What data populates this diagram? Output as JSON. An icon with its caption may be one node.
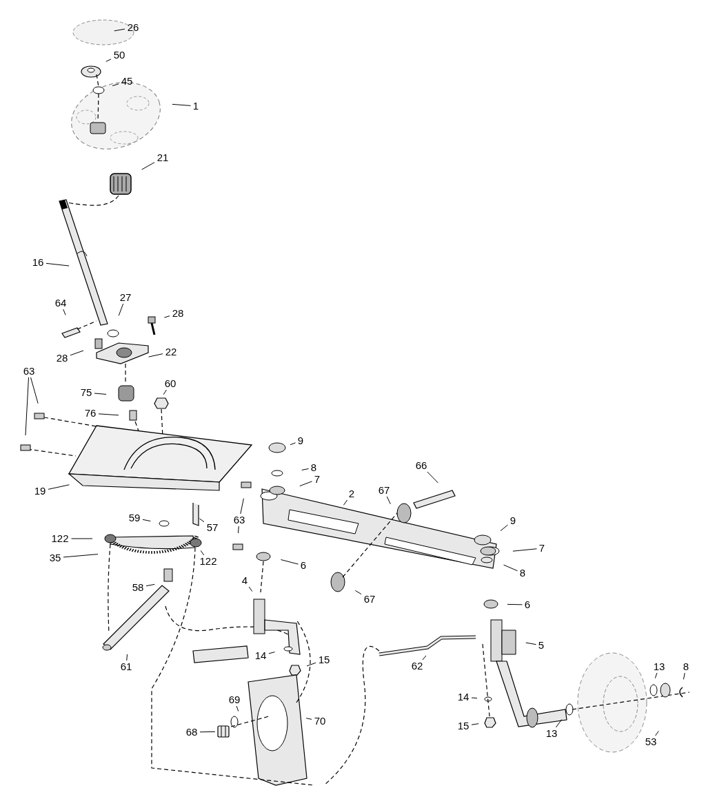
{
  "diagram": {
    "nodes": [
      {
        "text": [
          "26"
        ]
      },
      {
        "text": [
          "50"
        ]
      },
      {
        "text": [
          "45"
        ]
      },
      {
        "text": [
          "1"
        ]
      },
      {
        "text": [
          "21"
        ]
      },
      {
        "text": [
          "16"
        ]
      },
      {
        "text": [
          "64"
        ]
      },
      {
        "text": [
          "27"
        ]
      },
      {
        "text": [
          "28"
        ]
      },
      {
        "text": [
          "28"
        ]
      },
      {
        "text": [
          "22"
        ]
      },
      {
        "text": [
          "63"
        ]
      },
      {
        "text": [
          "60"
        ]
      },
      {
        "text": [
          "75"
        ]
      },
      {
        "text": [
          "76"
        ]
      },
      {
        "text": [
          "9"
        ]
      },
      {
        "text": [
          "66"
        ]
      },
      {
        "text": [
          "8"
        ]
      },
      {
        "text": [
          "7"
        ]
      },
      {
        "text": [
          "19"
        ]
      },
      {
        "text": [
          "67"
        ]
      },
      {
        "text": [
          "2"
        ]
      },
      {
        "text": [
          "59"
        ]
      },
      {
        "text": [
          "63"
        ]
      },
      {
        "text": [
          "57"
        ]
      },
      {
        "text": [
          "122"
        ]
      },
      {
        "text": [
          "9"
        ]
      },
      {
        "text": [
          "7"
        ]
      },
      {
        "text": [
          "8"
        ]
      },
      {
        "text": [
          "35"
        ]
      },
      {
        "text": [
          "122"
        ]
      },
      {
        "text": [
          "6"
        ]
      },
      {
        "text": [
          "4"
        ]
      },
      {
        "text": [
          "58"
        ]
      },
      {
        "text": [
          "67"
        ]
      },
      {
        "text": [
          "6"
        ]
      },
      {
        "text": [
          "5"
        ]
      },
      {
        "text": [
          "14"
        ]
      },
      {
        "text": [
          "15"
        ]
      },
      {
        "text": [
          "61"
        ]
      },
      {
        "text": [
          "62"
        ]
      },
      {
        "text": [
          "13"
        ]
      },
      {
        "text": [
          "8"
        ]
      },
      {
        "text": [
          "14"
        ]
      },
      {
        "text": [
          "69"
        ]
      },
      {
        "text": [
          "70"
        ]
      },
      {
        "text": [
          "15"
        ]
      },
      {
        "text": [
          "68"
        ]
      },
      {
        "text": [
          "13"
        ]
      },
      {
        "text": [
          "53"
        ]
      }
    ],
    "edges": [
      {
        "from": 0,
        "to": null,
        "arrow": "none"
      },
      {
        "from": 1,
        "to": null,
        "arrow": "none"
      },
      {
        "from": 2,
        "to": null,
        "arrow": "none"
      },
      {
        "from": 3,
        "to": null,
        "arrow": "none"
      },
      {
        "from": 4,
        "to": null,
        "arrow": "none"
      },
      {
        "from": 5,
        "to": null,
        "arrow": "none"
      },
      {
        "from": 6,
        "to": null,
        "arrow": "none"
      },
      {
        "from": 7,
        "to": null,
        "arrow": "none"
      },
      {
        "from": 8,
        "to": null,
        "arrow": "none"
      },
      {
        "from": 9,
        "to": null,
        "arrow": "none"
      },
      {
        "from": 10,
        "to": null,
        "arrow": "none"
      },
      {
        "from": 11,
        "to": null,
        "arrow": "none"
      },
      {
        "from": 11,
        "to": null,
        "arrow": "none"
      },
      {
        "from": 12,
        "to": null,
        "arrow": "none"
      },
      {
        "from": 13,
        "to": null,
        "arrow": "none"
      },
      {
        "from": 14,
        "to": null,
        "arrow": "none"
      },
      {
        "from": 15,
        "to": null,
        "arrow": "none"
      },
      {
        "from": 16,
        "to": null,
        "arrow": "none"
      },
      {
        "from": 17,
        "to": null,
        "arrow": "none"
      },
      {
        "from": 18,
        "to": null,
        "arrow": "none"
      },
      {
        "from": 19,
        "to": null,
        "arrow": "none"
      },
      {
        "from": 20,
        "to": null,
        "arrow": "none"
      },
      {
        "from": 21,
        "to": null,
        "arrow": "none"
      },
      {
        "from": 22,
        "to": null,
        "arrow": "none"
      },
      {
        "from": 23,
        "to": null,
        "arrow": "none"
      },
      {
        "from": 23,
        "to": null,
        "arrow": "none"
      },
      {
        "from": 24,
        "to": null,
        "arrow": "none"
      },
      {
        "from": 25,
        "to": null,
        "arrow": "none"
      },
      {
        "from": 26,
        "to": null,
        "arrow": "none"
      },
      {
        "from": 27,
        "to": null,
        "arrow": "none"
      },
      {
        "from": 28,
        "to": null,
        "arrow": "none"
      },
      {
        "from": 29,
        "to": null,
        "arrow": "none"
      },
      {
        "from": 30,
        "to": null,
        "arrow": "none"
      },
      {
        "from": 31,
        "to": null,
        "arrow": "none"
      },
      {
        "from": 32,
        "to": null,
        "arrow": "none"
      },
      {
        "from": 33,
        "to": null,
        "arrow": "none"
      },
      {
        "from": 34,
        "to": null,
        "arrow": "none"
      },
      {
        "from": 35,
        "to": null,
        "arrow": "none"
      },
      {
        "from": 36,
        "to": null,
        "arrow": "none"
      },
      {
        "from": 37,
        "to": null,
        "arrow": "none"
      },
      {
        "from": 38,
        "to": null,
        "arrow": "none"
      },
      {
        "from": 39,
        "to": null,
        "arrow": "none"
      },
      {
        "from": 40,
        "to": null,
        "arrow": "none"
      },
      {
        "from": 41,
        "to": null,
        "arrow": "none"
      },
      {
        "from": 42,
        "to": null,
        "arrow": "none"
      },
      {
        "from": 43,
        "to": null,
        "arrow": "none"
      },
      {
        "from": 44,
        "to": null,
        "arrow": "none"
      },
      {
        "from": 45,
        "to": null,
        "arrow": "none"
      },
      {
        "from": 46,
        "to": null,
        "arrow": "none"
      },
      {
        "from": 47,
        "to": null,
        "arrow": "none"
      },
      {
        "from": 48,
        "to": null,
        "arrow": "none"
      },
      {
        "from": 49,
        "to": null,
        "arrow": "none"
      }
    ]
  }
}
